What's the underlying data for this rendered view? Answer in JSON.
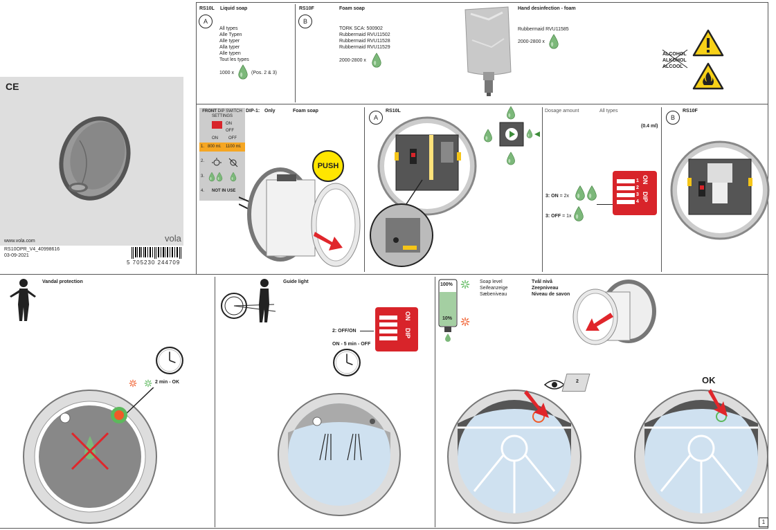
{
  "cover": {
    "ce_mark": "CE",
    "website": "www.vola.com",
    "brand": "vola",
    "doc_code": "RS10OPR_V4_40998616",
    "date": "03-09-2021",
    "barcode_text": "5 705230 244709"
  },
  "soap_types": {
    "rs10l": {
      "code": "RS10L",
      "title": "Liquid soap",
      "badge": "A",
      "types": [
        "All types",
        "Alle Typen",
        "Alle typer",
        "Alla typer",
        "Alle typen",
        "Tout les types"
      ],
      "doses_prefix": "1000 x",
      "doses_suffix": "(Pos. 2 & 3)"
    },
    "rs10f": {
      "code": "RS10F",
      "title": "Foam soap",
      "badge": "B",
      "types": [
        "TORK SCA: 500902",
        "Rubbermaid RVU11502",
        "Rubbermaid RVU11528",
        "Rubbermaid RVU11529"
      ],
      "doses_prefix": "2000-2800 x"
    },
    "disinfection": {
      "title": "Hand desinfection - foam",
      "types": [
        "Rubbermaid RVU11585"
      ],
      "doses_prefix": "2000-2800 x"
    },
    "alcohol_words": [
      "ALCOHOL",
      "ALKOHOL",
      "ALCOOL"
    ]
  },
  "dip_table": {
    "front": "FRONT",
    "title_rest": "DIP SWITCH",
    "title_line2": "SETTINGS",
    "on": "ON",
    "off": "OFF",
    "col_on": "ON",
    "col_off": "OFF",
    "row1_num": "1.",
    "row1_on": "800 ml.",
    "row1_off": "1100 ml.",
    "row2_num": "2.",
    "row3_num": "3.",
    "row4_num": "4.",
    "row4_text": "NOT IN USE"
  },
  "install": {
    "dip1_label": "DIP-1:",
    "dip1_only": "Only",
    "dip1_type": "Foam soap",
    "push": "PUSH",
    "rs10l_badge": "A",
    "rs10l_code": "RS10L",
    "dosage_label": "Dosage amount",
    "dosage_types": "All types",
    "dosage_value": "(0.4 ml)",
    "on_label": "3: ON",
    "on_mult": "= 2x",
    "off_label": "3: OFF",
    "off_mult": "= 1x",
    "rs10f_badge": "B",
    "rs10f_code": "RS10F",
    "dip_on": "ON",
    "dip_word": "DIP",
    "dip_nums": [
      "1",
      "2",
      "3",
      "4"
    ]
  },
  "vandal": {
    "title": "Vandal protection",
    "timer": "2 min - OK"
  },
  "guide": {
    "title": "Guide light",
    "switch_label": "2: OFF/ON",
    "timer_label": "ON - 5 min - OFF"
  },
  "soap_level": {
    "titles_left": [
      "Soap level",
      "Seifeanzeige",
      "Sæbeniveau"
    ],
    "titles_right": [
      "Tvål nivå",
      "Zeepniveau",
      "Niveau de savon"
    ],
    "full": "100%",
    "low": "10%",
    "ok": "OK",
    "step": "2"
  },
  "page_number": "1",
  "colors": {
    "drop_green": "#6fae6a",
    "dip_red": "#d8242a",
    "arrow_red": "#e0262b",
    "led_green": "#5cb85c",
    "led_orange": "#f05a28",
    "push_yellow": "#ffe600",
    "warn_yellow": "#f7d117"
  }
}
